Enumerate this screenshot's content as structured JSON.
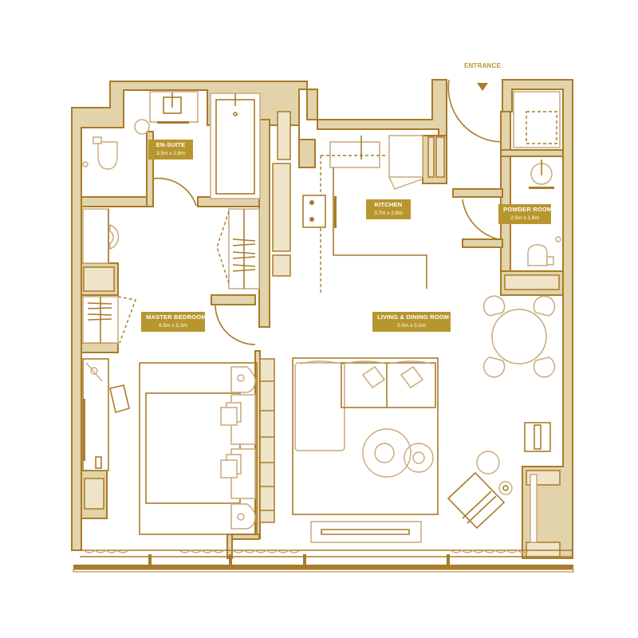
{
  "plan": {
    "type": "apartment floor plan",
    "entrance_label": "ENTRANCE",
    "colors": {
      "wall_fill": "#e2d3aa",
      "outline": "#a97b2a",
      "label_bg": "#b8962e",
      "label_text": "#ffffff"
    },
    "rooms": [
      {
        "name": "EN-SUITE",
        "dimensions": "3.5m x 2.8m"
      },
      {
        "name": "KITCHEN",
        "dimensions": "3.7m x 2.8m"
      },
      {
        "name": "POWDER ROOM",
        "dimensions": "2.5m x 1.8m"
      },
      {
        "name": "MASTER BEDROOM",
        "dimensions": "6.5m x 5.3m"
      },
      {
        "name": "LIVING & DINING ROOM",
        "dimensions": "5.0m x 5.5m"
      }
    ]
  }
}
